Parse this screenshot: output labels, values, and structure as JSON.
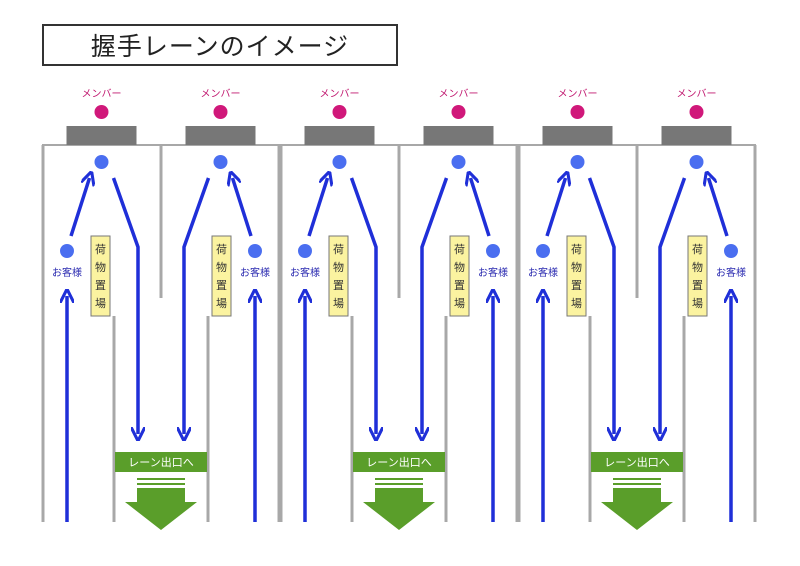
{
  "title": "握手レーンのイメージ",
  "labels": {
    "member": "メンバー",
    "guest": "お客様",
    "luggage": [
      "荷",
      "物",
      "置",
      "場"
    ],
    "exit": "レーン出口へ"
  },
  "colors": {
    "member_dot": "#d0187a",
    "staff_dot": "#4a6ef0",
    "arrow": "#1f2fd8",
    "wall": "#a8a8a8",
    "table": "#777777",
    "luggage_fill": "#fbf3a0",
    "exit_green": "#5a9e2a"
  },
  "lanes": [
    {
      "id": 1,
      "guest_side": "left"
    },
    {
      "id": 2,
      "guest_side": "right"
    },
    {
      "id": 3,
      "guest_side": "left"
    },
    {
      "id": 4,
      "guest_side": "right"
    },
    {
      "id": 5,
      "guest_side": "left"
    },
    {
      "id": 6,
      "guest_side": "right"
    }
  ],
  "exits": [
    {
      "between_lanes": [
        1,
        2
      ]
    },
    {
      "between_lanes": [
        3,
        4
      ]
    },
    {
      "between_lanes": [
        5,
        6
      ]
    }
  ]
}
